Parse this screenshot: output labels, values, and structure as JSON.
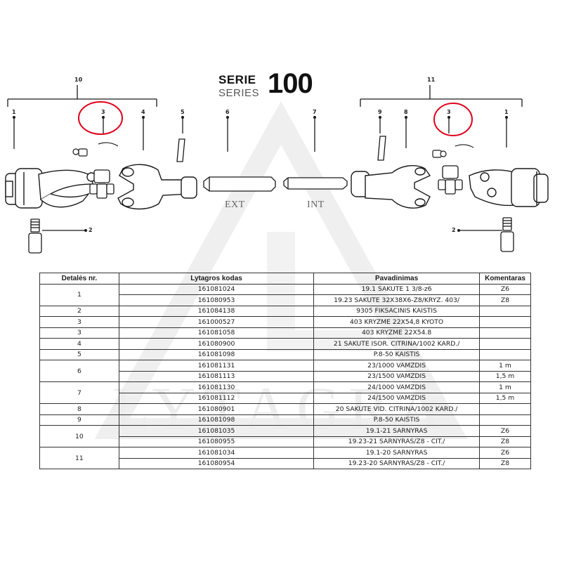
{
  "header": {
    "serie": "SERIE",
    "series": "SERIES",
    "number": "100"
  },
  "callouts": {
    "left": {
      "group": "10",
      "p1": "1",
      "p3": "3",
      "p4": "4",
      "p5": "5",
      "p6": "6",
      "p2": "2"
    },
    "right": {
      "group": "11",
      "p9": "9",
      "p8": "8",
      "p3": "3",
      "p1": "1",
      "p7": "7",
      "p2": "2"
    }
  },
  "pipes": {
    "ext": "EXT",
    "int": "INT"
  },
  "watermark": "LYTAGRA",
  "colors": {
    "highlight": "#e0001b",
    "line": "#1a1a1a",
    "watermark": "#ececec"
  },
  "table": {
    "headers": [
      "Detalės nr.",
      "Lytagros kodas",
      "Pavadinimas",
      "Komentaras"
    ],
    "groups": [
      {
        "nr": "1",
        "rows": [
          {
            "code": "161081024",
            "name": "19.1 SAKUTE 1 3/8-z6",
            "comment": "Z6"
          },
          {
            "code": "161080953",
            "name": "19.23 SAKUTE 32X38X6-Z8/KRYZ. 403/",
            "comment": "Z8"
          }
        ]
      },
      {
        "nr": "2",
        "rows": [
          {
            "code": "161084138",
            "name": "9305 FIKSACINIS KAISTIS",
            "comment": ""
          }
        ]
      },
      {
        "nr": "3",
        "rows": [
          {
            "code": "161000527",
            "name": "403 KRYZME 22X54,8 KYOTO",
            "comment": ""
          }
        ]
      },
      {
        "nr": "3",
        "rows": [
          {
            "code": "161081058",
            "name": "403 KRYZME 22X54.8",
            "comment": ""
          }
        ]
      },
      {
        "nr": "4",
        "rows": [
          {
            "code": "161080900",
            "name": "21 SAKUTE ISOR. CITRINA/1002 KARD./",
            "comment": ""
          }
        ]
      },
      {
        "nr": "5",
        "rows": [
          {
            "code": "161081098",
            "name": "P.8-50 KAISTIS",
            "comment": ""
          }
        ]
      },
      {
        "nr": "6",
        "rows": [
          {
            "code": "161081131",
            "name": "23/1000 VAMZDIS",
            "comment": "1 m"
          },
          {
            "code": "161081113",
            "name": "23/1500 VAMZDIS",
            "comment": "1,5 m"
          }
        ]
      },
      {
        "nr": "7",
        "rows": [
          {
            "code": "161081130",
            "name": "24/1000 VAMZDIS",
            "comment": "1 m"
          },
          {
            "code": "161081112",
            "name": "24/1500 VAMZDIS",
            "comment": "1,5 m"
          }
        ]
      },
      {
        "nr": "8",
        "rows": [
          {
            "code": "161080901",
            "name": "20 SAKUTE VID. CITRINA/1002 KARD./",
            "comment": ""
          }
        ]
      },
      {
        "nr": "9",
        "rows": [
          {
            "code": "161081098",
            "name": "P.8-50 KAISTIS",
            "comment": ""
          }
        ]
      },
      {
        "nr": "10",
        "rows": [
          {
            "code": "161081035",
            "name": "19.1-21 SARNYRAS",
            "comment": "Z6"
          },
          {
            "code": "161080955",
            "name": "19.23-21 SARNYRAS/Z8 - CIT./",
            "comment": "Z8"
          }
        ]
      },
      {
        "nr": "11",
        "rows": [
          {
            "code": "161081034",
            "name": "19.1-20 SARNYRAS",
            "comment": "Z6"
          },
          {
            "code": "161080954",
            "name": "19.23-20 SARNYRAS/Z8 - CIT./",
            "comment": "Z8"
          }
        ]
      }
    ]
  }
}
